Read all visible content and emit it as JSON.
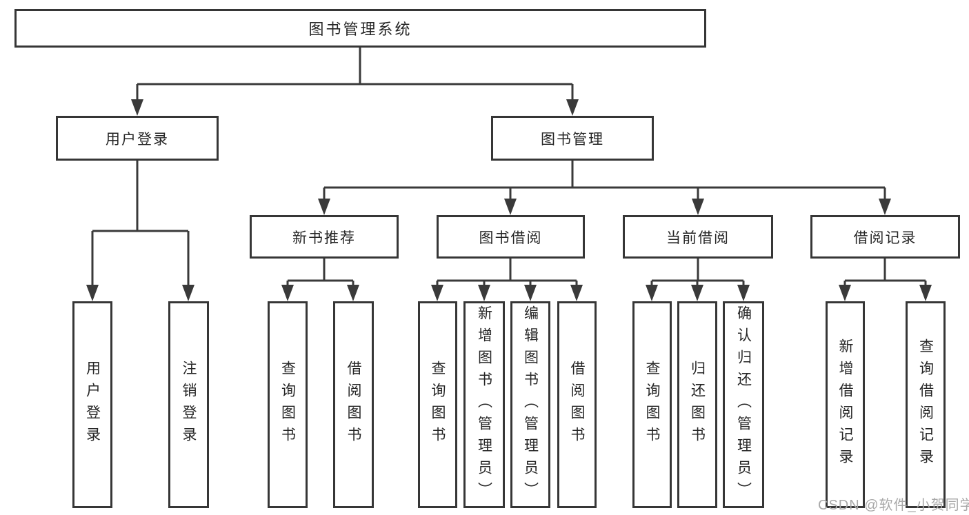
{
  "diagram": {
    "root": {
      "label": "图书管理系统",
      "children": [
        {
          "label": "用户登录",
          "children": [
            {
              "label": "用户登录"
            },
            {
              "label": "注销登录"
            }
          ]
        },
        {
          "label": "图书管理",
          "children": [
            {
              "label": "新书推荐",
              "children": [
                {
                  "label": "查询图书"
                },
                {
                  "label": "借阅图书"
                }
              ]
            },
            {
              "label": "图书借阅",
              "children": [
                {
                  "label": "查询图书"
                },
                {
                  "label": "新增图书（管理员）"
                },
                {
                  "label": "编辑图书（管理员）"
                },
                {
                  "label": "借阅图书"
                }
              ]
            },
            {
              "label": "当前借阅",
              "children": [
                {
                  "label": "查询图书"
                },
                {
                  "label": "归还图书"
                },
                {
                  "label": "确认归还（管理员）"
                }
              ]
            },
            {
              "label": "借阅记录",
              "children": [
                {
                  "label": "新增借阅记录"
                },
                {
                  "label": "查询借阅记录"
                }
              ]
            }
          ]
        }
      ]
    }
  },
  "watermark": {
    "text": "CSDN @软件_小贺同学"
  },
  "colors": {
    "box_border": "#363636",
    "connector_line": "#3a3a3a",
    "text": "#262626",
    "watermark_text": "#a8a8a8",
    "background": "#ffffff"
  }
}
